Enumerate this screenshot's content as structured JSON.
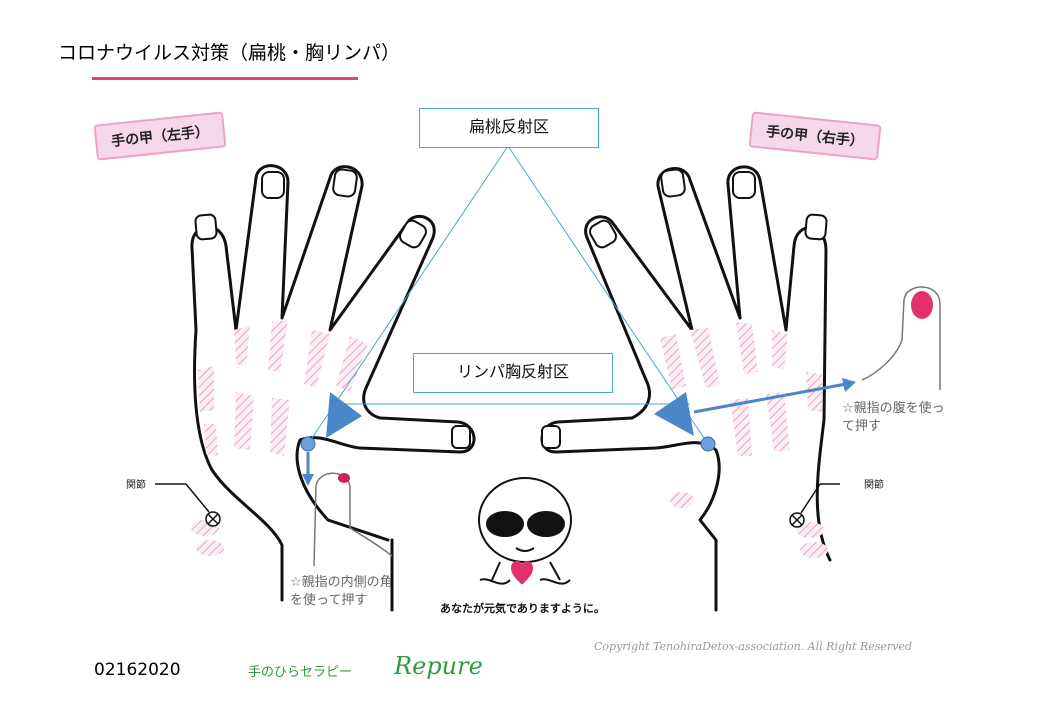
{
  "header": {
    "title": "コロナウイルス対策（扁桃・胸リンパ）"
  },
  "labels": {
    "left_hand": "手の甲（左手）",
    "right_hand": "手の甲（右手）",
    "tonsil_zone": "扁桃反射区",
    "lymph_zone": "リンパ胸反射区",
    "joint": "関節",
    "note_left_line1": "☆親指の内側の角",
    "note_left_line2": "を使って押す",
    "note_right_line1": "☆親指の腹を使っ",
    "note_right_line2": "て押す",
    "character_caption": "あなたが元気でありますように。"
  },
  "footer": {
    "date": "02162020",
    "brand_text": "手のひらセラピー",
    "brand_logo": "Repure",
    "copyright": "Copyright TenohiraDetox-association. All Right Reserved"
  },
  "colors": {
    "accent_pink": "#d9467a",
    "zone_blue": "#4a86c8",
    "line_blue": "#4aa6c8",
    "brand_green": "#2f9a43",
    "hatch_pink": "#e9a4c7"
  }
}
